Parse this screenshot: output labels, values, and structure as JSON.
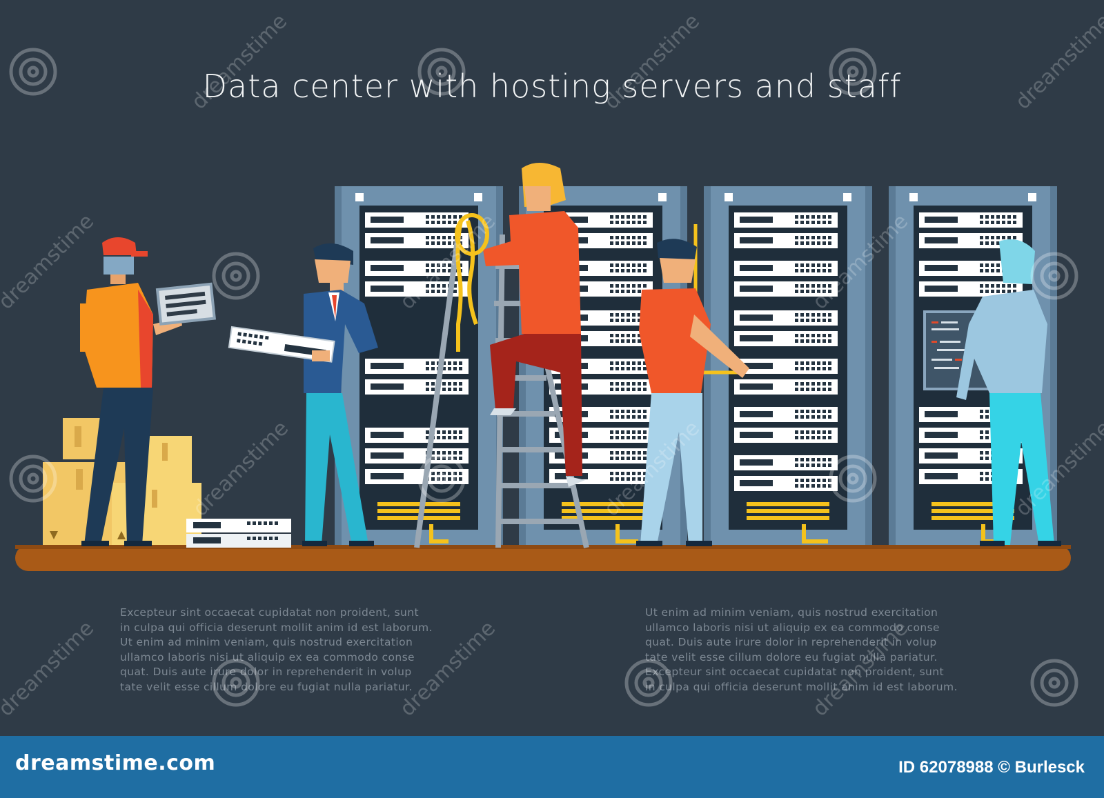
{
  "title": "Data center with hosting servers and staff",
  "paragraphs": {
    "left": "Excepteur sint occaecat cupidatat non proident, sunt\nin culpa qui officia deserunt mollit anim id est laborum.\nUt enim ad minim veniam, quis nostrud exercitation\nullamco laboris nisi ut aliquip ex ea commodo conse\nquat. Duis aute irure dolor in reprehenderit in volup\ntate velit esse cillum dolore eu fugiat nulla pariatur.",
    "right": "Ut enim ad minim veniam, quis nostrud exercitation\nullamco laboris nisi ut aliquip ex ea commodo conse\nquat. Duis aute irure dolor in reprehenderit in volup\ntate velit esse cillum dolore eu fugiat nulla pariatur.\nExcepteur sint occaecat cupidatat non proident, sunt\nin culpa qui officia deserunt mollit anim id est laborum."
  },
  "footer": {
    "brand": "dreamstime.com",
    "image_id": "ID 62078988 © Burlesck"
  },
  "watermark_text": "dreamstime",
  "colors": {
    "background": "#2f3b47",
    "floor": "#a95a17",
    "rack": "#5d7d98",
    "footer": "#1f6ea3",
    "cable": "#f5c21c"
  }
}
